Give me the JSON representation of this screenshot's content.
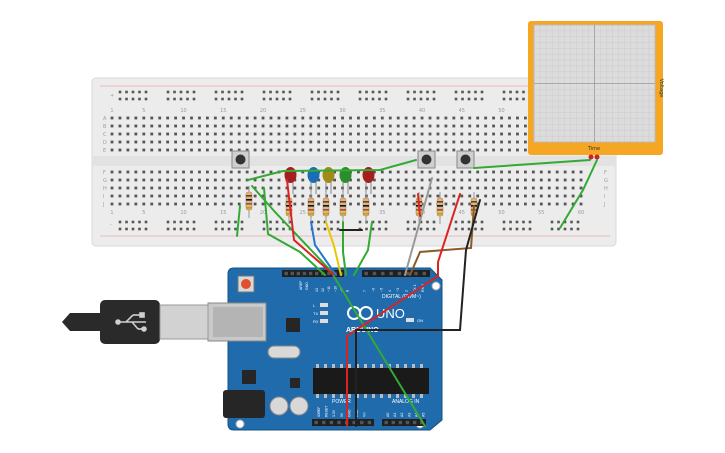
{
  "breadboard": {
    "column_numbers": [
      "1",
      "5",
      "10",
      "15",
      "20",
      "25",
      "30",
      "35",
      "40",
      "45",
      "50",
      "55",
      "60"
    ],
    "row_letters_top": [
      "A",
      "B",
      "C",
      "D",
      "E"
    ],
    "row_letters_bottom": [
      "F",
      "G",
      "H",
      "I",
      "J"
    ],
    "power_symbols": [
      "-",
      "+"
    ]
  },
  "oscilloscope": {
    "y_label": "Voltage",
    "x_label": "Time"
  },
  "arduino": {
    "brand": "ARDUINO",
    "model": "UNO",
    "digital_header": "DIGITAL (PWM~)",
    "power_header": "POWER",
    "analog_header": "ANALOG IN",
    "aref": "AREF",
    "gnd": "GND",
    "digital_pins": [
      "13",
      "12",
      "~11",
      "~10",
      "~9",
      "8",
      "7",
      "~6",
      "~5",
      "4",
      "~3",
      "2",
      "TX 1",
      "RX 0"
    ],
    "power_pins": [
      "IOREF",
      "RESET",
      "3.3V",
      "5V",
      "GND",
      "GND",
      "Vin"
    ],
    "analog_pins": [
      "A0",
      "A1",
      "A2",
      "A3",
      "A4",
      "A5"
    ],
    "indicators": [
      "L",
      "TX",
      "RX"
    ],
    "on_label": "ON"
  },
  "colors": {
    "breadboard": "#ececec",
    "arduino_board": "#1f6bac",
    "scope_frame": "#f5a623",
    "wire_green": "#33aa33",
    "wire_red": "#dd2222",
    "wire_black": "#222222",
    "wire_blue": "#2277cc",
    "wire_yellow": "#e8c800",
    "wire_brown": "#8b5a2b",
    "wire_gray": "#999999"
  }
}
